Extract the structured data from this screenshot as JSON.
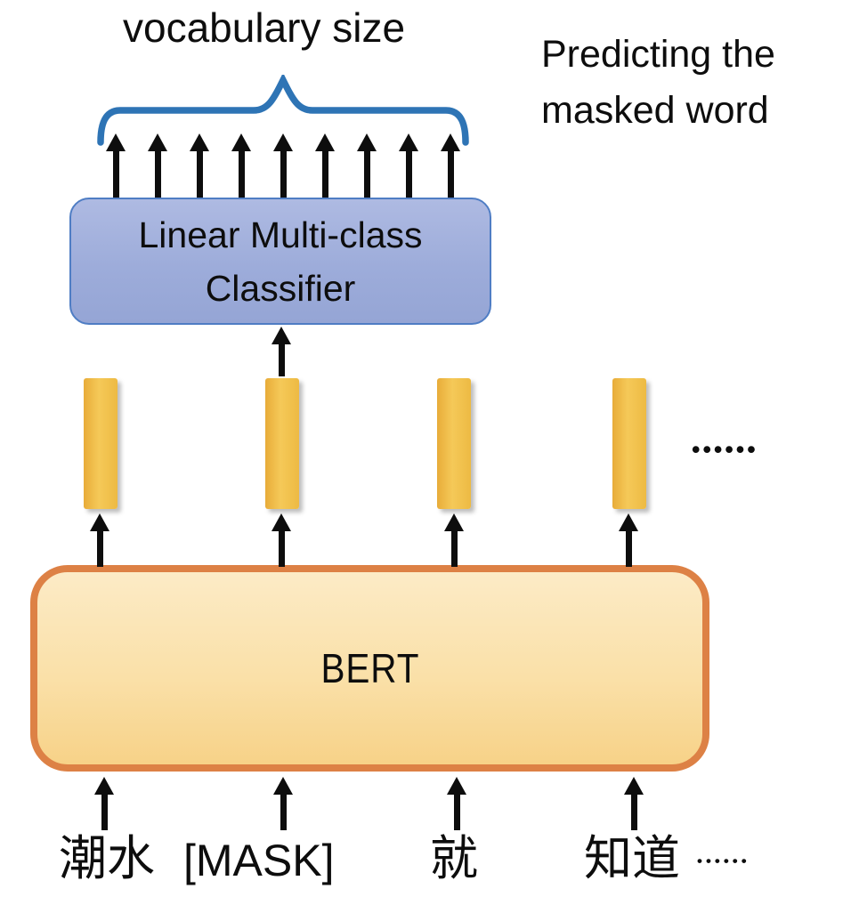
{
  "labels": {
    "vocabulary_size": "vocabulary size",
    "annotation": "Predicting the\nmasked word",
    "classifier": "Linear Multi-class Classifier",
    "bert": "BERT",
    "ellipsis_mid": "••••••",
    "ellipsis_bottom": "••••••"
  },
  "tokens": [
    {
      "text": "潮水"
    },
    {
      "text": "[MASK]"
    },
    {
      "text": "就"
    },
    {
      "text": "知道"
    }
  ],
  "colors": {
    "text_and_arrows": "#0d0d0d",
    "brace_blue": "#2E74B5",
    "classifier_fill_top": "#AEBAE2",
    "classifier_fill_bottom": "#95A5D5",
    "classifier_border": "#4F7DC4",
    "embedding_gold": "#F2C14C",
    "bert_fill_top": "#FCEBC6",
    "bert_fill_bottom": "#F7D288",
    "bert_border": "#DD8145"
  }
}
